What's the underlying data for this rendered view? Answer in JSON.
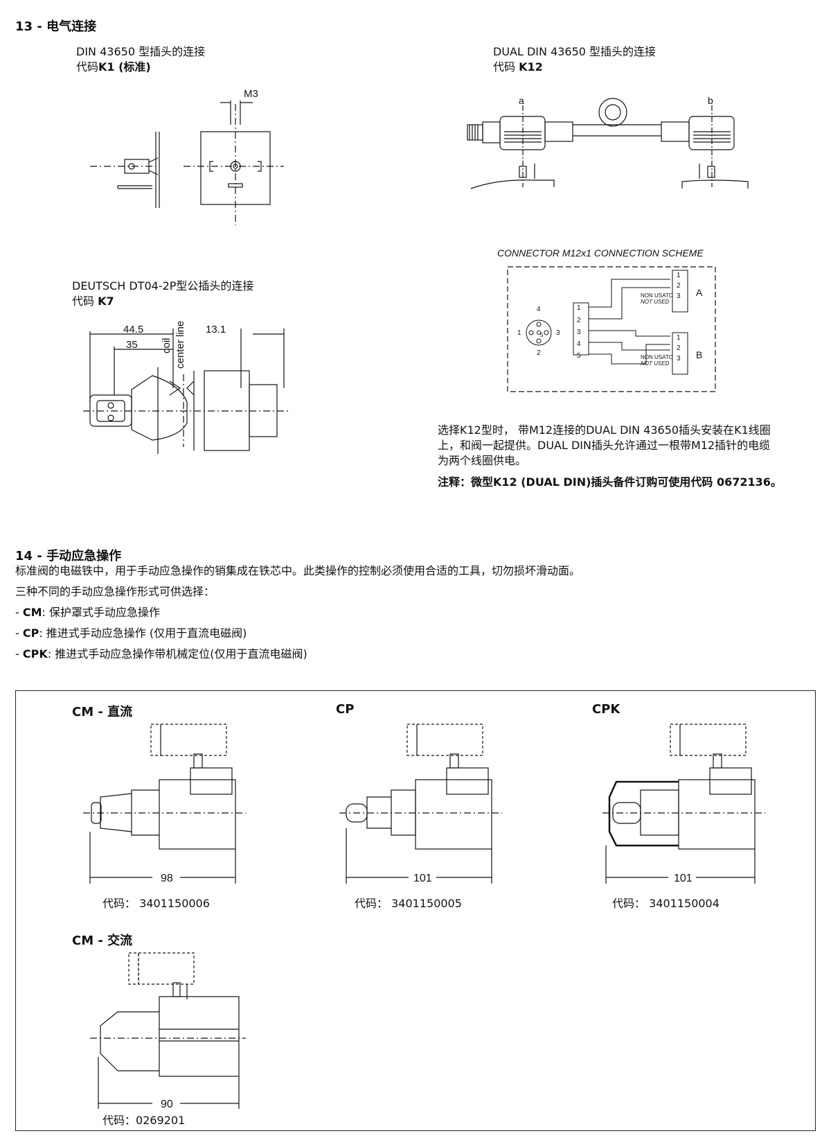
{
  "sec13": {
    "title_num": "13 -",
    "title": "电气连接",
    "k1": {
      "line1": "DIN 43650 型插头的连接",
      "line2_pre": "代码",
      "line2_b": "K1 (标准)",
      "dim": "M3"
    },
    "k12": {
      "line1": "DUAL DIN 43650 型插头的连接",
      "line2_pre": "代码 ",
      "line2_b": "K12",
      "a": "a",
      "b": "b"
    },
    "k7": {
      "line1": "DEUTSCH DT04-2P型公插头的连接",
      "line2_pre": "代码 ",
      "line2_b": "K7",
      "d1": "44.5",
      "d2": "35",
      "d3": "13.1",
      "coil": "coil",
      "center": "center line"
    },
    "scheme": {
      "title": "CONNECTOR M12x1 CONNECTION SCHEME",
      "pins": [
        "1",
        "2",
        "3",
        "4",
        "5"
      ],
      "A": "A",
      "B": "B",
      "non_usato": "NON USATO",
      "not_used": "NOT USED",
      "pin_labels_a": [
        "1",
        "2",
        "3"
      ],
      "pin_labels_b": [
        "1",
        "2",
        "3"
      ]
    },
    "desc": [
      "选择K12型时， 带M12连接的DUAL DIN 43650插头安装在K1线圈",
      "上，和阀一起提供。DUAL DIN插头允许通过一根带M12插针的电缆",
      "为两个线圈供电。"
    ],
    "note": "注释：微型K12 (DUAL DIN)插头备件订购可使用代码 0672136。"
  },
  "sec14": {
    "title_num": "14 -",
    "title": "手动应急操作",
    "p1": "标准阀的电磁铁中，用于手动应急操作的销集成在铁芯中。此类操作的控制必须使用合适的工具，切勿损坏滑动面。",
    "p2": "三种不同的手动应急操作形式可供选择：",
    "items": [
      {
        "pre": "- ",
        "b": "CM",
        "text": ": 保护罩式手动应急操作"
      },
      {
        "pre": "- ",
        "b": "CP",
        "text": ": 推进式手动应急操作 (仅用于直流电磁阀)"
      },
      {
        "pre": "- ",
        "b": "CPK",
        "text": ": 推进式手动应急操作带机械定位(仅用于直流电磁阀)"
      }
    ],
    "variants": [
      {
        "title": "CM - 直流",
        "dim": "98",
        "code_label": "代码：",
        "code": "3401150006"
      },
      {
        "title": "CP",
        "dim": "101",
        "code_label": "代码：",
        "code": "3401150005"
      },
      {
        "title": "CPK",
        "dim": "101",
        "code_label": "代码：",
        "code": "3401150004"
      },
      {
        "title": "CM - 交流",
        "dim": "90",
        "code_label": "代码：",
        "code": "0269201"
      }
    ]
  }
}
